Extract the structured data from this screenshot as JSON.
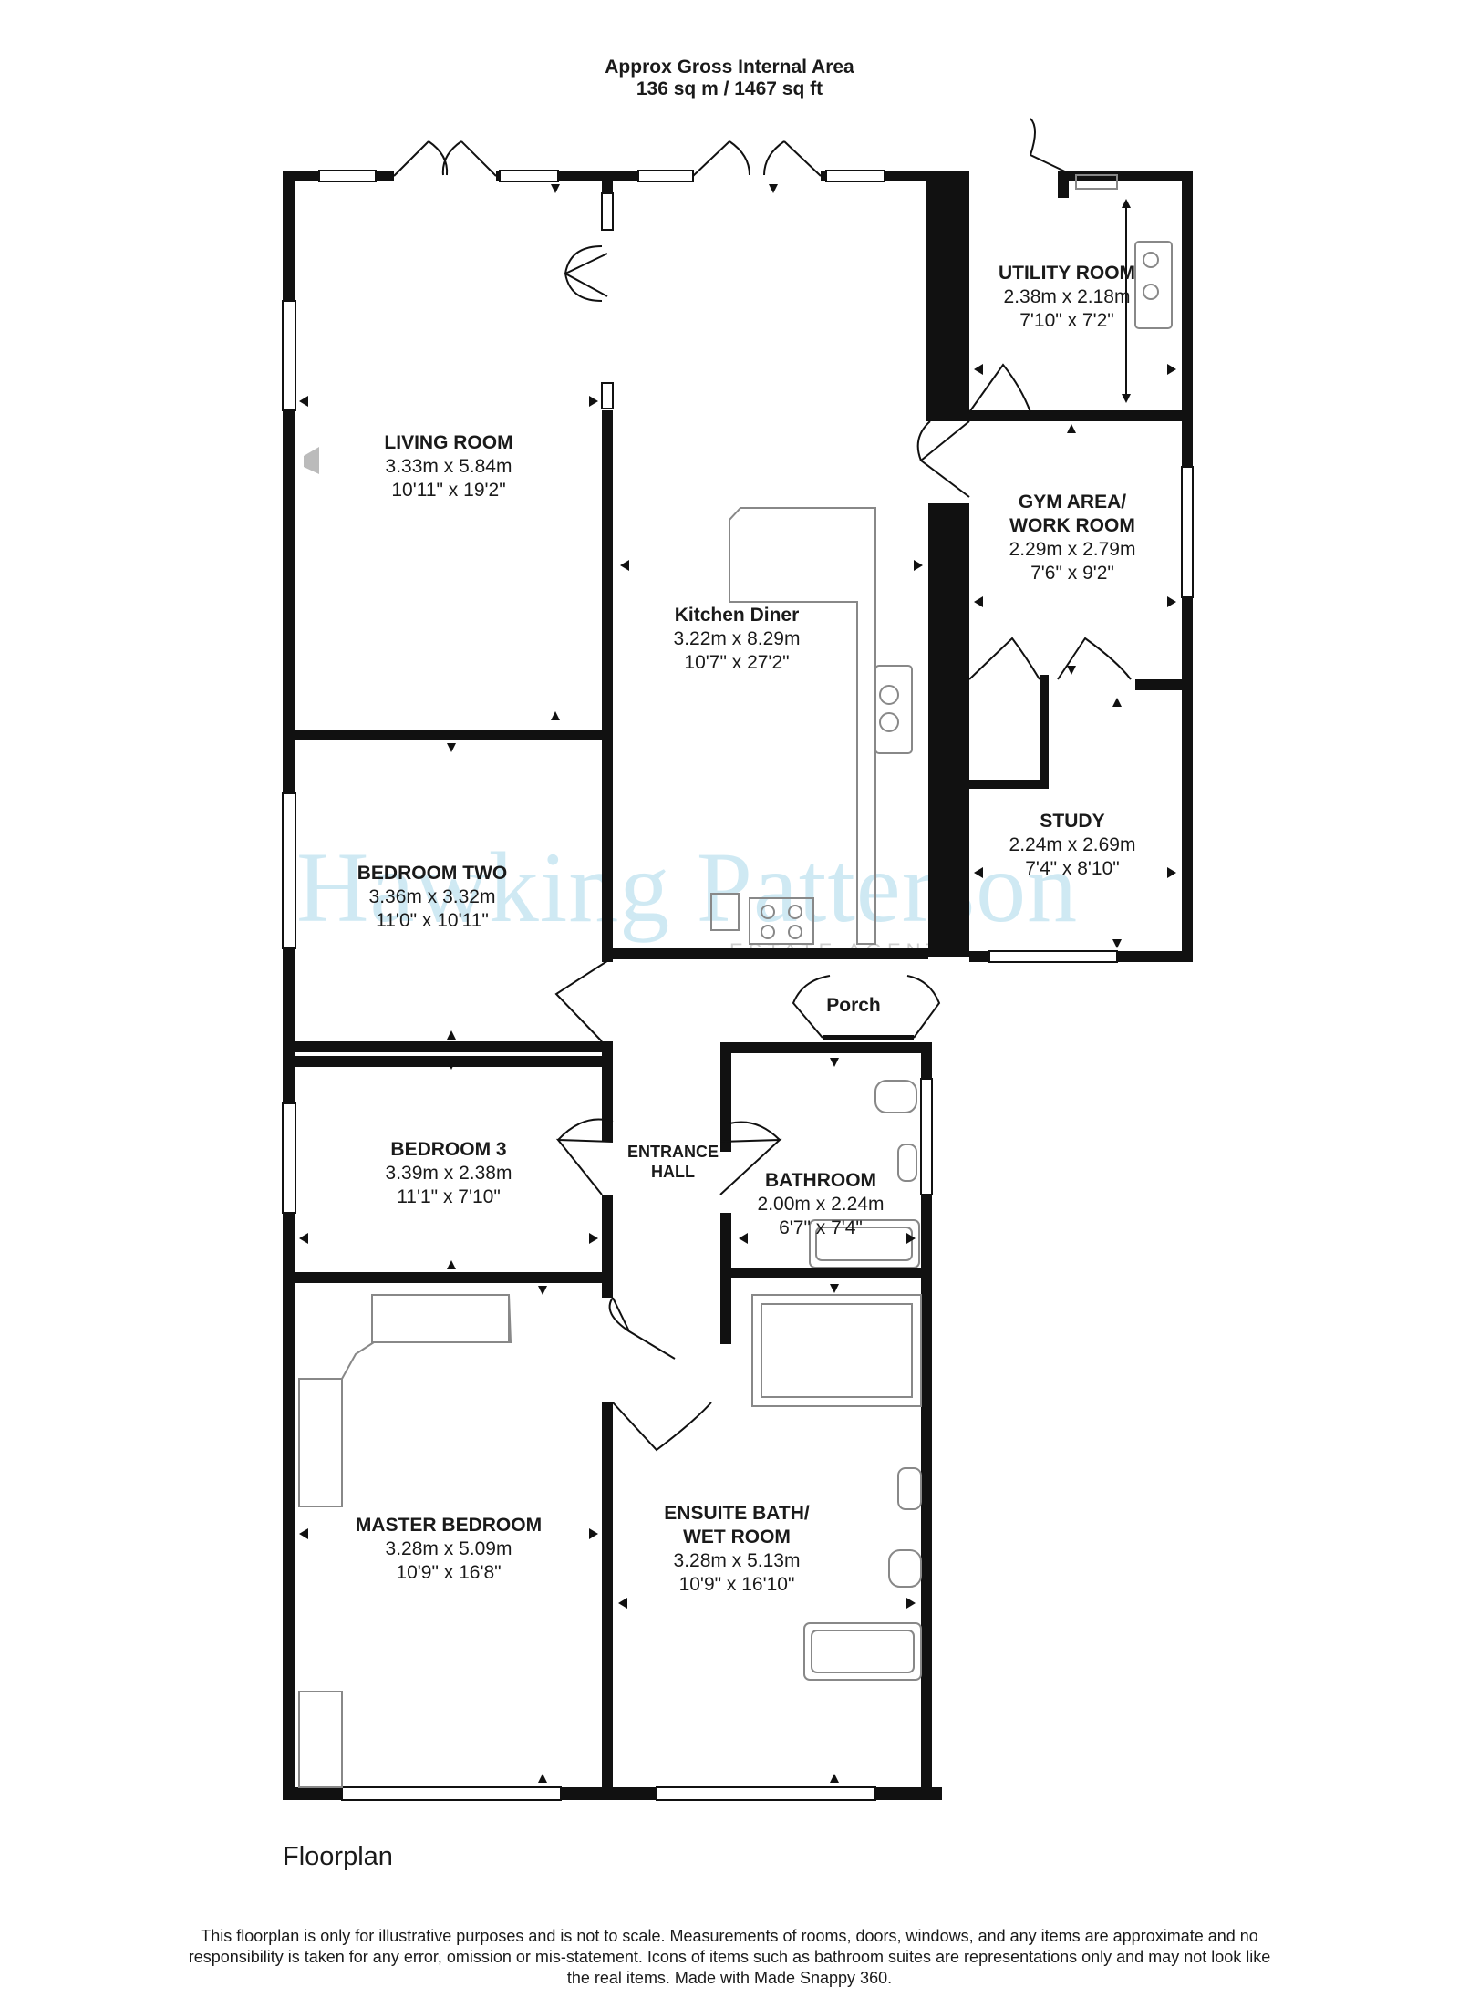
{
  "header": {
    "line1": "Approx Gross Internal Area",
    "line2": "136 sq m / 1467 sq ft"
  },
  "rooms": [
    {
      "key": "living",
      "name": "LIVING ROOM",
      "metric": "3.33m x 5.84m",
      "imperial": "10'11\" x 19'2\""
    },
    {
      "key": "kitchen",
      "name": "Kitchen Diner",
      "metric": "3.22m x 8.29m",
      "imperial": "10'7\" x 27'2\""
    },
    {
      "key": "utility",
      "name": "UTILITY ROOM",
      "metric": "2.38m x 2.18m",
      "imperial": "7'10\" x 7'2\""
    },
    {
      "key": "gym",
      "name": "GYM AREA/",
      "name2": "WORK ROOM",
      "metric": "2.29m x 2.79m",
      "imperial": "7'6\" x 9'2\""
    },
    {
      "key": "study",
      "name": "STUDY",
      "metric": "2.24m x 2.69m",
      "imperial": "7'4\" x 8'10\""
    },
    {
      "key": "bed2",
      "name": "BEDROOM TWO",
      "metric": "3.36m x 3.32m",
      "imperial": "11'0\" x 10'11\""
    },
    {
      "key": "bed3",
      "name": "BEDROOM 3",
      "metric": "3.39m x 2.38m",
      "imperial": "11'1\" x 7'10\""
    },
    {
      "key": "hall",
      "name": "ENTRANCE",
      "name2": "HALL"
    },
    {
      "key": "porch",
      "name": "Porch"
    },
    {
      "key": "bath",
      "name": "BATHROOM",
      "metric": "2.00m x 2.24m",
      "imperial": "6'7\" x 7'4\""
    },
    {
      "key": "master",
      "name": "MASTER BEDROOM",
      "metric": "3.28m x 5.09m",
      "imperial": "10'9\" x 16'8\""
    },
    {
      "key": "ensuite",
      "name": "ENSUITE BATH/",
      "name2": "WET ROOM",
      "metric": "3.28m x 5.13m",
      "imperial": "10'9\" x 16'10\""
    }
  ],
  "watermark": {
    "brand": "Hawking Patterson",
    "sub": "ESTATE AGENTS"
  },
  "caption": "Floorplan",
  "disclaimer": "This floorplan is only for illustrative purposes and is not to scale. Measurements of rooms, doors, windows, and any items are approximate and no responsibility is taken for any error, omission or mis-statement. Icons of items such as bathroom suites are representations only and may not look like the real items. Made with Made Snappy 360.",
  "colors": {
    "wall": "#111111",
    "fixture": "#888888",
    "watermark": "#a8d8ea"
  }
}
